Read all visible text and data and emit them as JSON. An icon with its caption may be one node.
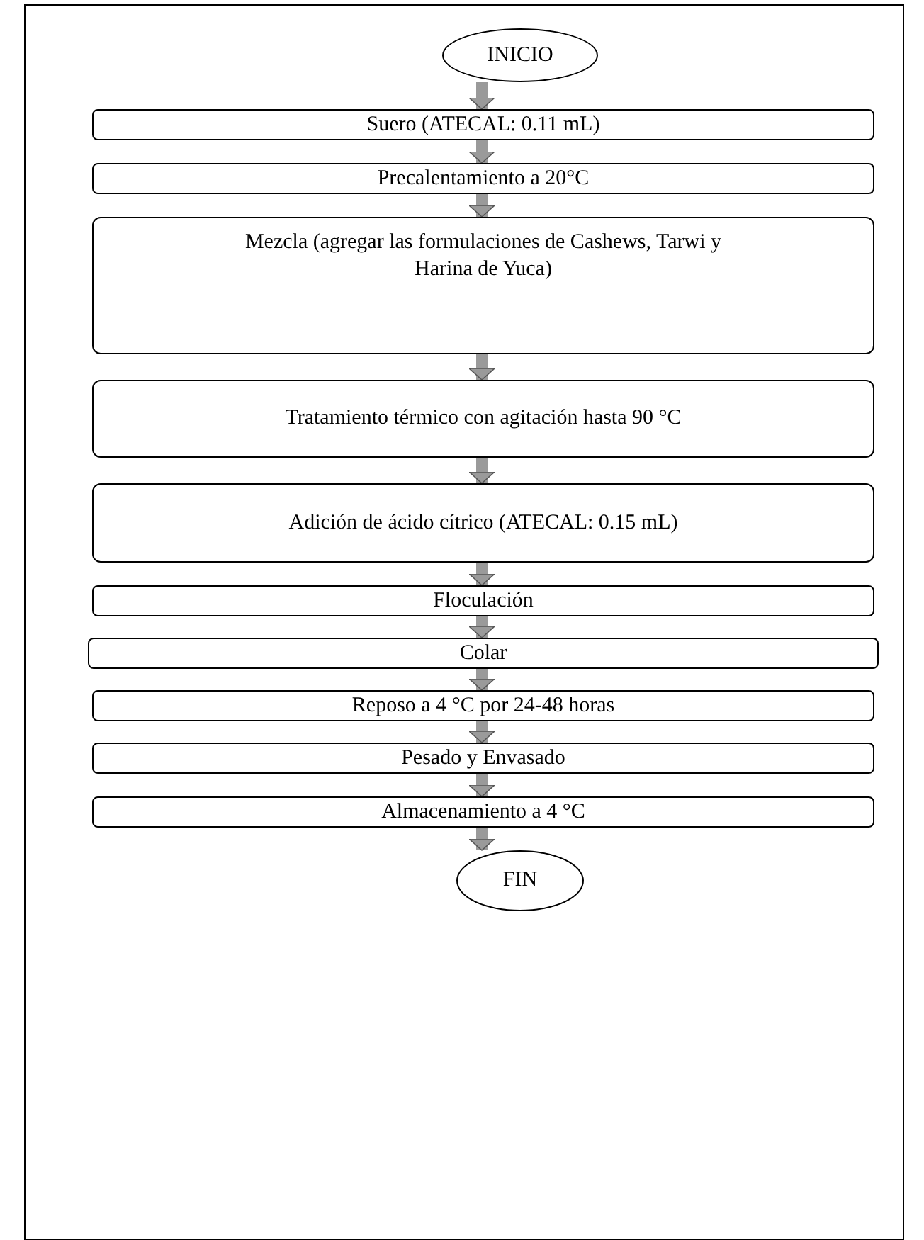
{
  "diagram": {
    "nodes": [
      {
        "text": [
          "INICIO"
        ]
      },
      {
        "text": [
          "Suero (ATECAL: 0.11 mL)"
        ]
      },
      {
        "text": [
          "Precalentamiento a 20°C"
        ]
      },
      {
        "text": [
          "Mezcla (agregar las formulaciones de Cashews, Tarwi y Harina de Yuca)"
        ]
      },
      {
        "text": [
          "Tratamiento térmico con agitación hasta 90 °C"
        ]
      },
      {
        "text": [
          "Adición de ácido cítrico (ATECAL: 0.15 mL)"
        ]
      },
      {
        "text": [
          "Floculación"
        ]
      },
      {
        "text": [
          "Colar"
        ]
      },
      {
        "text": [
          "Reposo a 4 °C por 24-48 horas"
        ]
      },
      {
        "text": [
          "Pesado y Envasado"
        ]
      },
      {
        "text": [
          "Almacenamiento a 4 °C"
        ]
      },
      {
        "text": [
          "FIN"
        ]
      }
    ],
    "edges": [
      {
        "from": 0,
        "to": 1,
        "arrow": "to"
      },
      {
        "from": 1,
        "to": 2,
        "arrow": "to"
      },
      {
        "from": 2,
        "to": 3,
        "arrow": "to"
      },
      {
        "from": 3,
        "to": 4,
        "arrow": "to"
      },
      {
        "from": 4,
        "to": 5,
        "arrow": "to"
      },
      {
        "from": 5,
        "to": 6,
        "arrow": "to"
      },
      {
        "from": 6,
        "to": 7,
        "arrow": "to"
      },
      {
        "from": 7,
        "to": 8,
        "arrow": "to"
      },
      {
        "from": 8,
        "to": 9,
        "arrow": "to"
      },
      {
        "from": 9,
        "to": 10,
        "arrow": "to"
      },
      {
        "from": 10,
        "to": 11,
        "arrow": "to"
      }
    ]
  }
}
